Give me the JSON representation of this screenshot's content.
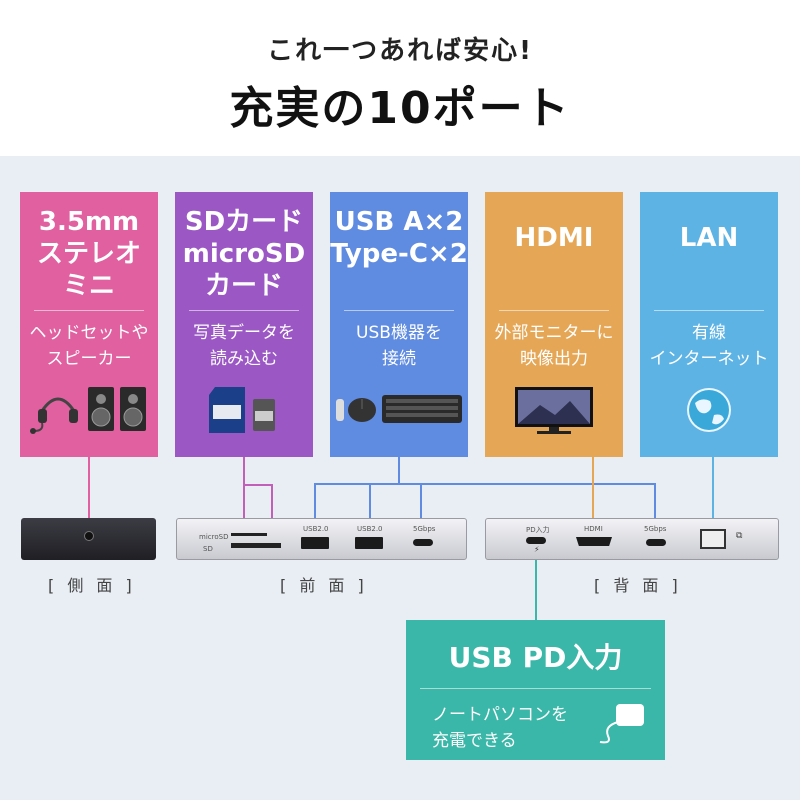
{
  "header": {
    "tagline": "これ一つあれば安心!",
    "headline": "充実の10ポート"
  },
  "cards": [
    {
      "title": "3.5mm\nステレオ\nミニ",
      "desc": "ヘッドセットや\nスピーカー",
      "color": "#e060a0",
      "icons": [
        "headset-icon",
        "speaker-icon"
      ]
    },
    {
      "title": "SDカード\nmicroSD\nカード",
      "desc": "写真データを\n読み込む",
      "color": "#9b58c4",
      "icons": [
        "sd-card-icon"
      ]
    },
    {
      "title": "USB A×2\nType-C×2",
      "desc": "USB機器を\n接続",
      "color": "#5f8be0",
      "icons": [
        "mouse-icon",
        "keyboard-icon"
      ]
    },
    {
      "title": "HDMI",
      "desc": "外部モニターに\n映像出力",
      "color": "#e5a656",
      "icons": [
        "monitor-icon"
      ]
    },
    {
      "title": "LAN",
      "desc": "有線\nインターネット",
      "color": "#5eb3e5",
      "icons": [
        "globe-icon"
      ]
    }
  ],
  "ports": {
    "front": {
      "microsd": "microSD",
      "sd": "SD",
      "usb1": "USB2.0",
      "usb2": "USB2.0",
      "typec": "5Gbps"
    },
    "back": {
      "pd": "PD入力",
      "hdmi": "HDMI",
      "typec": "5Gbps"
    }
  },
  "views": {
    "side": "[ 側 面 ]",
    "front": "[ 前 面 ]",
    "back": "[ 背 面 ]"
  },
  "pd": {
    "title": "USB PD入力",
    "desc": "ノートパソコンを\n充電できる"
  }
}
